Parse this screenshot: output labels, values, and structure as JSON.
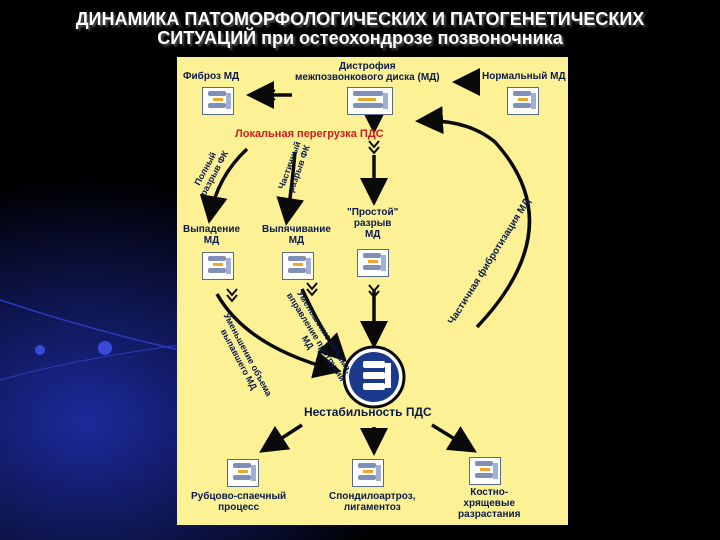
{
  "title": {
    "line1": "ДИНАМИКА ПАТОМОРФОЛОГИЧЕСКИХ И ПАТОГЕНЕТИЧЕСКИХ",
    "line2": "СИТУАЦИЙ при остеохондрозе позвоночника"
  },
  "diagram": {
    "fibrosis": "Фиброз МД",
    "dystrophy": [
      "Дистрофия",
      "межпозвонкового диска (МД)"
    ],
    "normal": "Нормальный МД",
    "overload": "Локальная перегрузка ПДС",
    "full_rupture": [
      "Полный",
      "разрыв ФК"
    ],
    "partial_rupture": [
      "Частичный",
      "разрыв ФК"
    ],
    "prolapse": [
      "Выпадение",
      "МД"
    ],
    "protrusion": [
      "Выпячивание",
      "МД"
    ],
    "simple_rupture": [
      "\"Простой\"",
      "разрыв",
      "МД"
    ],
    "partial_fibrotization": "Частичная фибротизация МД",
    "decrease_prolapse": [
      "Уменьшение объема",
      "выпавшего МД"
    ],
    "decrease_protrusion": [
      "Уменьшение объема,",
      "вправление протрузии",
      "МД"
    ],
    "instability": "Нестабильность ПДС",
    "scar": [
      "Рубцово-спаечный",
      "процесс"
    ],
    "spondylarthrosis": [
      "Спондилоартроз,",
      "лигаментоз"
    ],
    "osteophytes": [
      "Костно-",
      "хрящевые",
      "разрастания"
    ]
  },
  "colors": {
    "panel": "#fdf196",
    "arrows": "#0a0a0a",
    "accent_red": "#d31c1c",
    "text": "#0a1a4a",
    "glow": "#1a2a9a"
  },
  "icons": [
    "spine-segment-icon",
    "vertebra-figure-icon"
  ]
}
